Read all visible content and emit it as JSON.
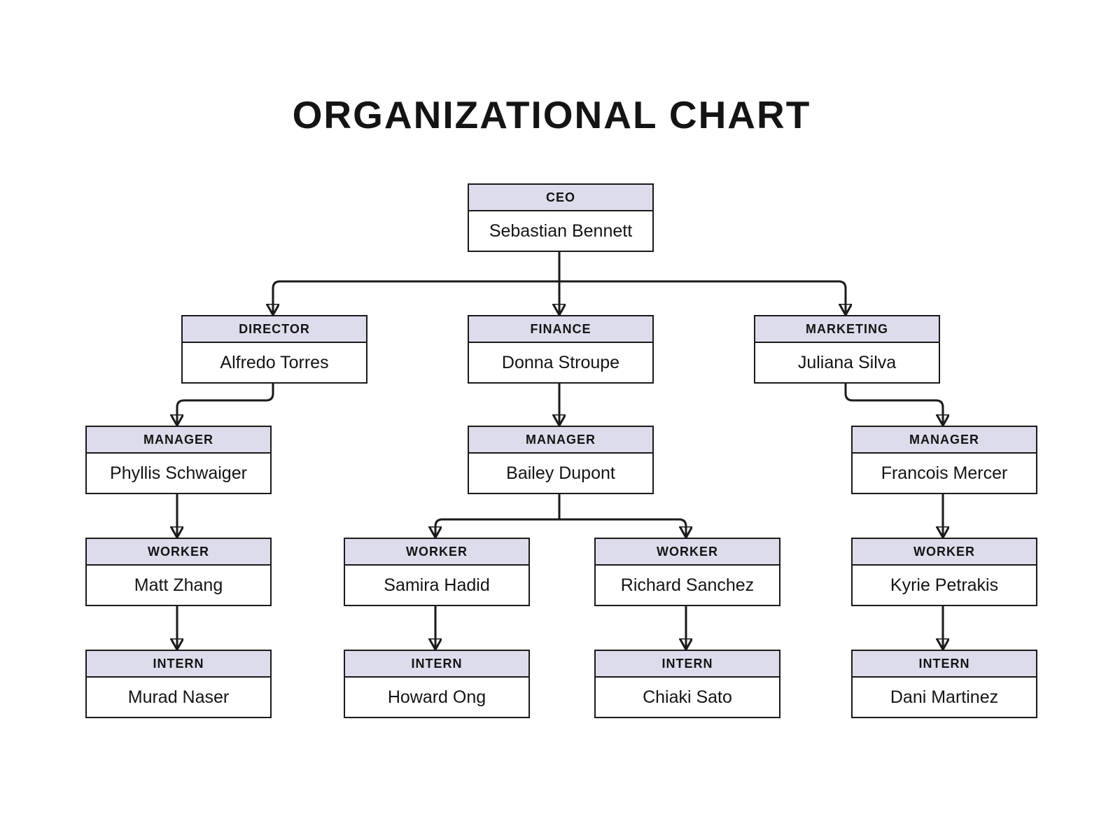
{
  "page": {
    "title": "ORGANIZATIONAL CHART"
  },
  "colors": {
    "background": "#ffffff",
    "node_header_fill": "#dcdcec",
    "node_body_fill": "#ffffff",
    "node_border": "#1a1a1a",
    "connector": "#1a1a1a",
    "text": "#141414"
  },
  "nodes": {
    "ceo": {
      "role": "CEO",
      "name": "Sebastian Bennett"
    },
    "director": {
      "role": "DIRECTOR",
      "name": "Alfredo Torres"
    },
    "finance": {
      "role": "FINANCE",
      "name": "Donna Stroupe"
    },
    "marketing": {
      "role": "MARKETING",
      "name": "Juliana Silva"
    },
    "manager_director": {
      "role": "MANAGER",
      "name": "Phyllis Schwaiger"
    },
    "manager_finance": {
      "role": "MANAGER",
      "name": "Bailey Dupont"
    },
    "manager_marketing": {
      "role": "MANAGER",
      "name": "Francois Mercer"
    },
    "worker_director": {
      "role": "WORKER",
      "name": "Matt Zhang"
    },
    "worker_finance_1": {
      "role": "WORKER",
      "name": "Samira Hadid"
    },
    "worker_finance_2": {
      "role": "WORKER",
      "name": "Richard Sanchez"
    },
    "worker_marketing": {
      "role": "WORKER",
      "name": "Kyrie Petrakis"
    },
    "intern_director": {
      "role": "INTERN",
      "name": "Murad Naser"
    },
    "intern_finance_1": {
      "role": "INTERN",
      "name": "Howard Ong"
    },
    "intern_finance_2": {
      "role": "INTERN",
      "name": "Chiaki Sato"
    },
    "intern_marketing": {
      "role": "INTERN",
      "name": "Dani Martinez"
    }
  },
  "edges": [
    {
      "from": "ceo",
      "to": "director"
    },
    {
      "from": "ceo",
      "to": "finance"
    },
    {
      "from": "ceo",
      "to": "marketing"
    },
    {
      "from": "director",
      "to": "manager_director"
    },
    {
      "from": "finance",
      "to": "manager_finance"
    },
    {
      "from": "marketing",
      "to": "manager_marketing"
    },
    {
      "from": "manager_director",
      "to": "worker_director"
    },
    {
      "from": "manager_finance",
      "to": "worker_finance_1"
    },
    {
      "from": "manager_finance",
      "to": "worker_finance_2"
    },
    {
      "from": "manager_marketing",
      "to": "worker_marketing"
    },
    {
      "from": "worker_director",
      "to": "intern_director"
    },
    {
      "from": "worker_finance_1",
      "to": "intern_finance_1"
    },
    {
      "from": "worker_finance_2",
      "to": "intern_finance_2"
    },
    {
      "from": "worker_marketing",
      "to": "intern_marketing"
    }
  ]
}
